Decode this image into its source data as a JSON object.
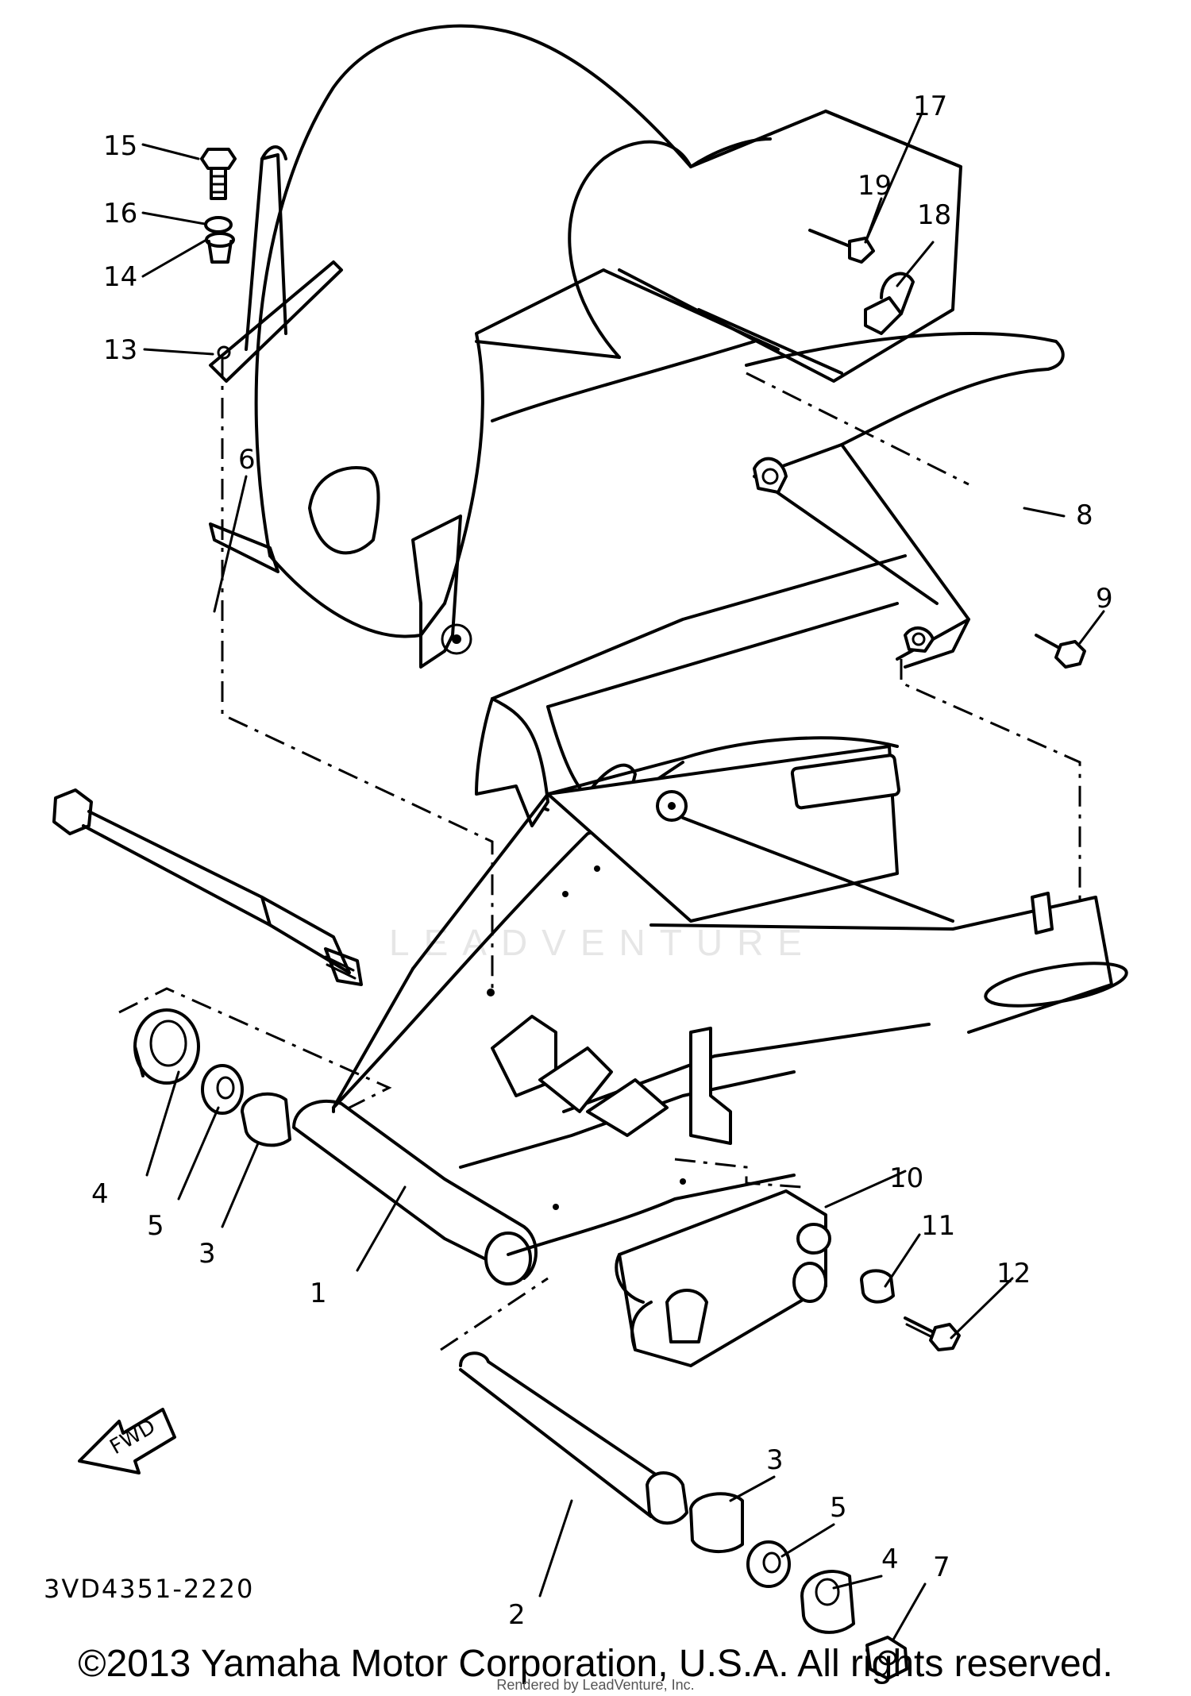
{
  "diagram": {
    "part_code": "3VD4351-2220",
    "fwd_label": "FWD",
    "watermark": "LEADVENTURE",
    "callouts": {
      "c1": "1",
      "c2": "2",
      "c3a": "3",
      "c3b": "3",
      "c4a": "4",
      "c4b": "4",
      "c5a": "5",
      "c5b": "5",
      "c6": "6",
      "c7": "7",
      "c8": "8",
      "c9": "9",
      "c10": "10",
      "c11": "11",
      "c12": "12",
      "c13": "13",
      "c14": "14",
      "c15": "15",
      "c16": "16",
      "c17": "17",
      "c18": "18",
      "c19": "19"
    }
  },
  "footer": {
    "copyright": "©2013 Yamaha Motor Corporation, U.S.A. All rights reserved.",
    "rendered_by": "Rendered by LeadVenture, Inc."
  }
}
